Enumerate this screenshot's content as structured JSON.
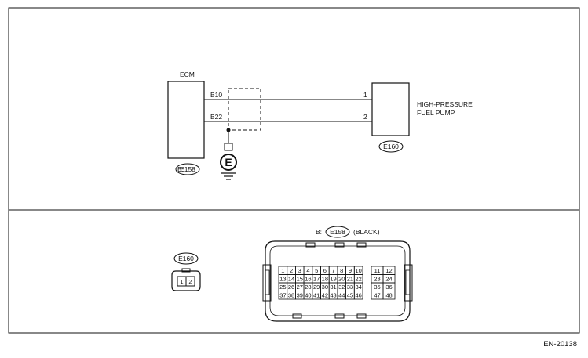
{
  "ecm": {
    "label": "ECM",
    "connector_prefix": "B:",
    "connector_id": "E158",
    "pin_b10": "B10",
    "pin_b22": "B22"
  },
  "pump": {
    "label_line1": "HIGH-PRESSURE",
    "label_line2": "FUEL PUMP",
    "pin_1": "1",
    "pin_2": "2",
    "connector_id": "E160"
  },
  "ground": {
    "symbol": "E"
  },
  "connectors": {
    "e160": {
      "id": "E160",
      "pins": [
        "1",
        "2"
      ]
    },
    "e158": {
      "prefix": "B:",
      "id": "E158",
      "color_note": "(BLACK)",
      "left_block": [
        [
          "1",
          "2",
          "3",
          "4",
          "5",
          "6",
          "7",
          "8",
          "9",
          "10"
        ],
        [
          "13",
          "14",
          "15",
          "16",
          "17",
          "18",
          "19",
          "20",
          "21",
          "22"
        ],
        [
          "25",
          "26",
          "27",
          "28",
          "29",
          "30",
          "31",
          "32",
          "33",
          "34"
        ],
        [
          "37",
          "38",
          "39",
          "40",
          "41",
          "42",
          "43",
          "44",
          "45",
          "46"
        ]
      ],
      "right_block": [
        [
          "11",
          "12"
        ],
        [
          "23",
          "24"
        ],
        [
          "35",
          "36"
        ],
        [
          "47",
          "48"
        ]
      ]
    }
  },
  "figure_id": "EN-20138"
}
